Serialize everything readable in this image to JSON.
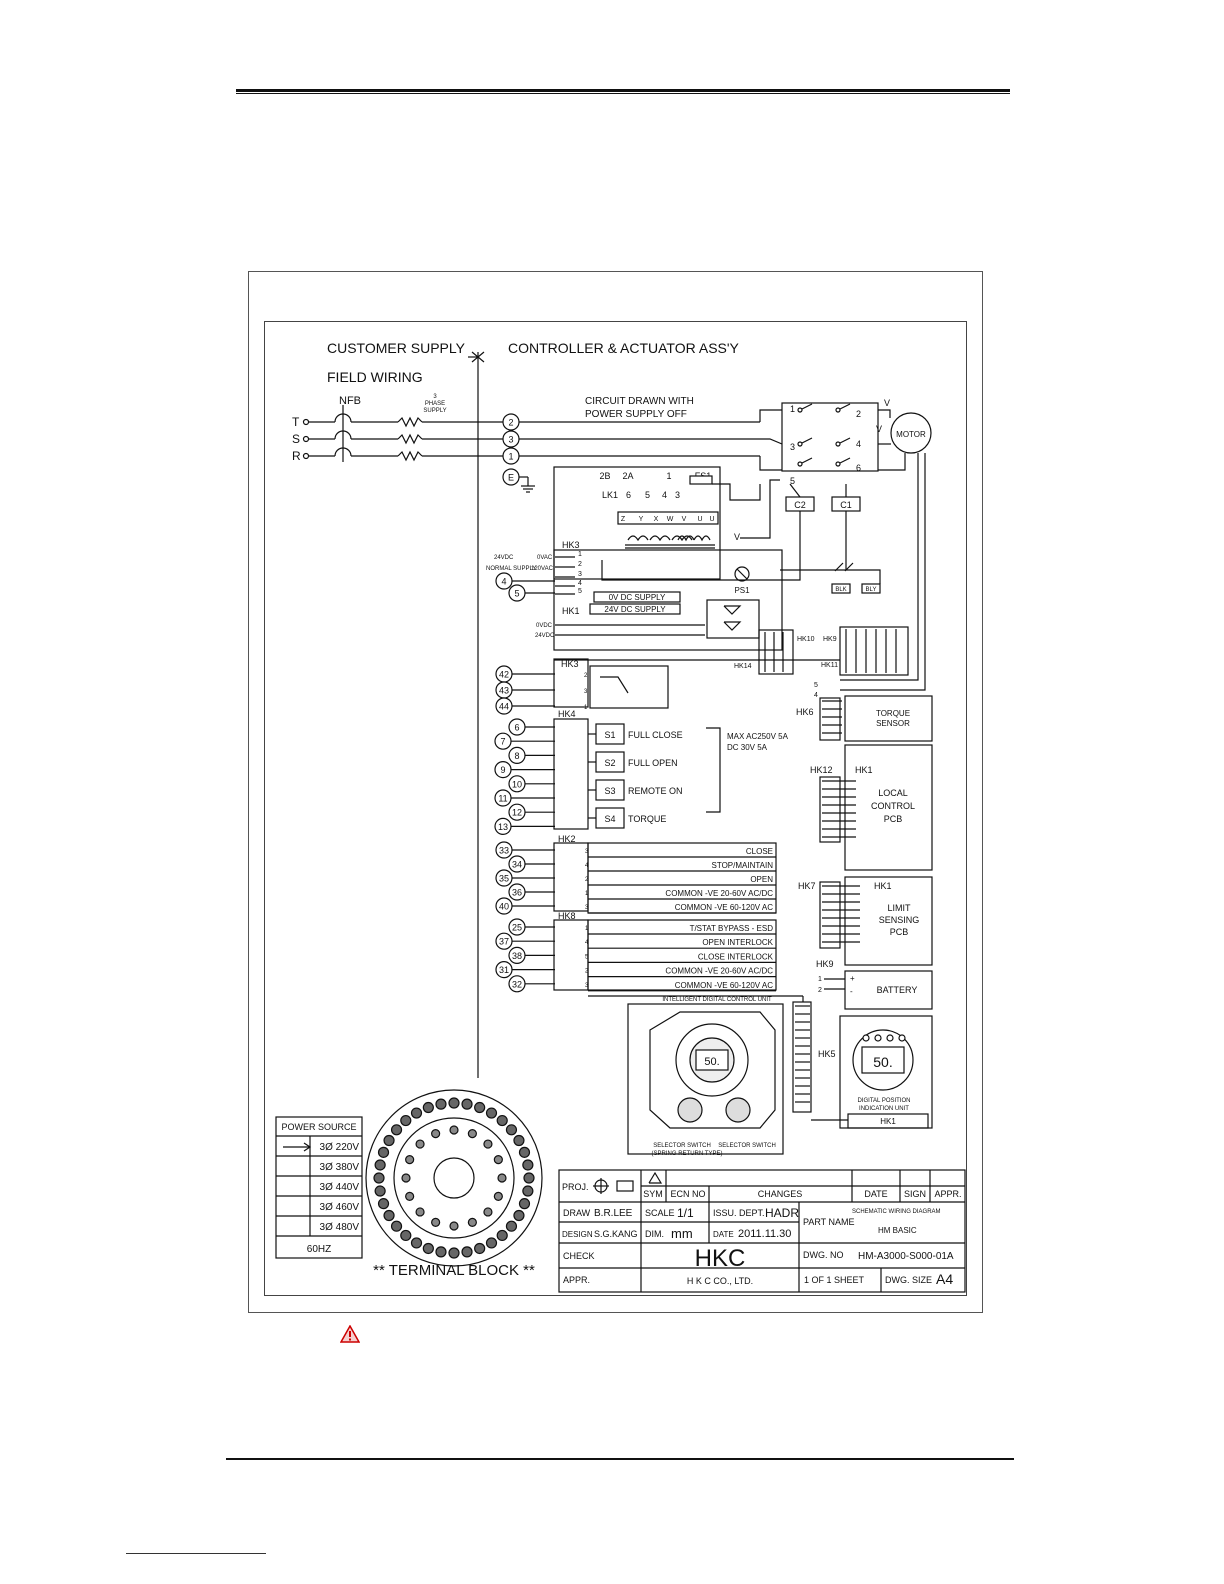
{
  "header_left": "CUSTOMER SUPPLY",
  "field_wiring": "FIELD WIRING",
  "header_right": "CONTROLLER & ACTUATOR ASS'Y",
  "nfb": "NFB",
  "phase_supply": [
    "3",
    "PHASE",
    "SUPPLY"
  ],
  "phases": [
    "T",
    "S",
    "R"
  ],
  "phase_terminals": [
    "2",
    "3",
    "1"
  ],
  "earth_terminal": "E",
  "circuit_note": [
    "CIRCUIT DRAWN WITH",
    "POWER SUPPLY OFF"
  ],
  "motor_label": "MOTOR",
  "contactor_numbers": [
    "1",
    "2",
    "3",
    "4",
    "5",
    "6"
  ],
  "v_labels": [
    "V",
    "V",
    "V"
  ],
  "contactors": [
    "C2",
    "C1"
  ],
  "transformer": {
    "top": [
      "2B",
      "2A",
      "1",
      "FS1"
    ],
    "mid": [
      "LK1",
      "6",
      "5",
      "4",
      "3"
    ],
    "taps": [
      "Z",
      "Y",
      "X",
      "W",
      "V",
      "U",
      "U"
    ]
  },
  "supply_block": {
    "hk3": "HK3",
    "left": [
      "24VDC",
      "NORMAL SUPPLY"
    ],
    "right": [
      "0VAC",
      "120VAC"
    ],
    "terms": [
      "4",
      "5"
    ],
    "dc": [
      "0V DC SUPPLY",
      "24V DC SUPPLY"
    ],
    "ps": "PS1",
    "hk1": "HK1",
    "hk1_left": [
      "0VDC",
      "24VDC"
    ],
    "pins": [
      "1",
      "2",
      "3",
      "4",
      "5"
    ]
  },
  "relay_labels": [
    "BLK",
    "BLY"
  ],
  "headers": [
    "HK10",
    "HK9",
    "HK14",
    "HK11"
  ],
  "hk3b": {
    "label": "HK3",
    "terms": [
      "42",
      "43",
      "44"
    ],
    "pins": [
      "2",
      "3",
      "1"
    ]
  },
  "hk4": {
    "label": "HK4",
    "terms": [
      "6",
      "7",
      "8",
      "9",
      "10",
      "11",
      "12",
      "13"
    ],
    "switches": [
      {
        "id": "S1",
        "name": "FULL CLOSE"
      },
      {
        "id": "S2",
        "name": "FULL OPEN"
      },
      {
        "id": "S3",
        "name": "REMOTE ON"
      },
      {
        "id": "S4",
        "name": "TORQUE"
      }
    ],
    "rating": [
      "MAX AC250V 5A",
      "DC 30V 5A"
    ]
  },
  "hk2": {
    "label": "HK2",
    "terms": [
      "33",
      "34",
      "35",
      "36",
      "40"
    ],
    "pins": [
      "3",
      "4",
      "2",
      "1",
      "3"
    ],
    "signals": [
      "CLOSE",
      "STOP/MAINTAIN",
      "OPEN",
      "COMMON -VE 20-60V AC/DC",
      "COMMON -VE 60-120V AC"
    ]
  },
  "hk8": {
    "label": "HK8",
    "terms": [
      "25",
      "37",
      "38",
      "31",
      "32"
    ],
    "pins": [
      "1",
      "4",
      "5",
      "2",
      "3"
    ],
    "signals": [
      "T/STAT BYPASS - ESD",
      "OPEN INTERLOCK",
      "CLOSE INTERLOCK",
      "COMMON -VE 20-60V AC/DC",
      "COMMON -VE 60-120V AC"
    ]
  },
  "right_blocks": {
    "torque": [
      "TORQUE",
      "SENSOR"
    ],
    "hk6": "HK6",
    "hk12": "HK12",
    "hk1a": "HK1",
    "local": [
      "LOCAL",
      "CONTROL",
      "PCB"
    ],
    "hk7": "HK7",
    "hk1b": "HK1",
    "limit": [
      "LIMIT",
      "SENSING",
      "PCB"
    ],
    "hk9": "HK9",
    "battery": "BATTERY",
    "hk5": "HK5",
    "hk1c": "HK1",
    "pins54": [
      "5",
      "4"
    ],
    "batt_pins": [
      "1",
      "2"
    ],
    "batt_sign": [
      "+",
      "-"
    ]
  },
  "control_unit": {
    "title": "INTELLIGENT DIGITAL CONTROL UNIT",
    "display": "50.",
    "captions": [
      "SELECTOR SWITCH",
      "(SPRING RETURN TYPE)",
      "SELECTOR SWITCH"
    ]
  },
  "position_unit": {
    "display": "50.",
    "caption": [
      "DIGITAL POSITION",
      "INDICATION UNIT"
    ]
  },
  "power_source": {
    "title": "POWER SOURCE",
    "rows": [
      "3Ø 220V",
      "3Ø 380V",
      "3Ø 440V",
      "3Ø 460V",
      "3Ø 480V"
    ],
    "freq": "60HZ"
  },
  "terminal_block": "** TERMINAL BLOCK **",
  "title_block": {
    "proj": "PROJ.",
    "sym": "SYM",
    "ecn": "ECN NO",
    "changes": "CHANGES",
    "date": "DATE",
    "sign": "SIGN",
    "appr_h": "APPR.",
    "draw": "DRAW",
    "draw_name": "B.R.LEE",
    "scale": "SCALE",
    "scale_val": "1/1",
    "issu": "ISSU. DEPT.",
    "dept": "HADR",
    "part_name": "PART NAME",
    "part_title": "SCHEMATIC WIRING DIAGRAM",
    "part_model": "HM BASIC",
    "design": "DESIGN",
    "design_name": "S.G.KANG",
    "dim": "DIM.",
    "dim_val": "mm",
    "date_label": "DATE",
    "date_val": "2011.11.30",
    "check": "CHECK",
    "appr": "APPR.",
    "logo": "HKC",
    "company": "H K C CO., LTD.",
    "dwg_no": "DWG. NO",
    "dwg_val": "HM-A3000-S000-01A",
    "sheet": "1 OF 1 SHEET",
    "size": "DWG. SIZE",
    "size_val": "A4"
  }
}
